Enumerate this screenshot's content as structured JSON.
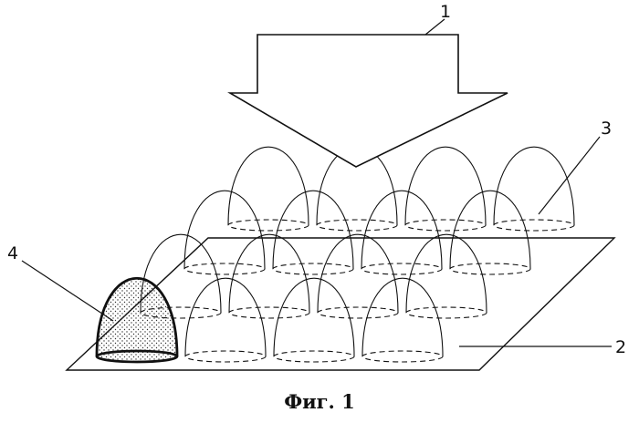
{
  "labels": {
    "arrow": "1",
    "plate": "2",
    "dome": "3",
    "highlighted_dome": "4"
  },
  "caption": "Фиг. 1",
  "colors": {
    "line": "#111111",
    "background": "#ffffff"
  }
}
